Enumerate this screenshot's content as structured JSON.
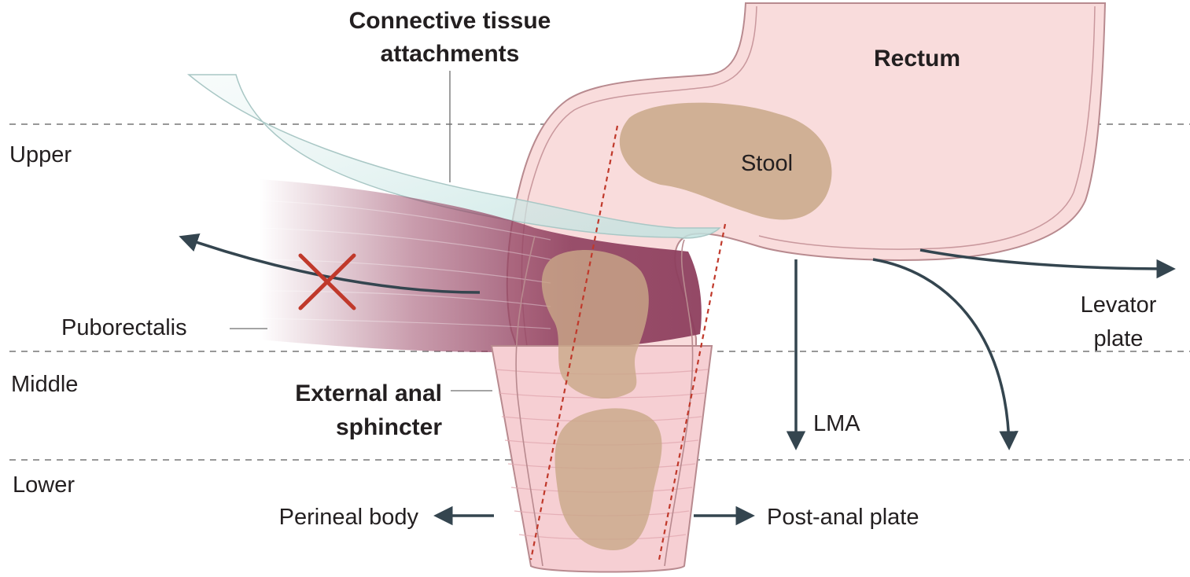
{
  "labels": {
    "connective_tissue": [
      "Connective tissue",
      "attachments"
    ],
    "rectum": "Rectum",
    "stool": "Stool",
    "upper": "Upper",
    "middle": "Middle",
    "lower": "Lower",
    "puborectalis": "Puborectalis",
    "external_anal_sphincter": [
      "External anal",
      "sphincter"
    ],
    "levator_plate": [
      "Levator",
      "plate"
    ],
    "lma": "LMA",
    "perineal_body": "Perineal body",
    "post_anal_plate": "Post-anal plate"
  },
  "colors": {
    "rectum_fill": "#f9dcdc",
    "outline": "#b88a8f",
    "stool": "#c9a888",
    "muscle": "#9c4a68",
    "connective": "#cfe8e6",
    "arrow": "#34454f",
    "cross": "#c0392b",
    "dashed_red": "#c0392b",
    "dashed_grey": "#777777",
    "text": "#231f20"
  },
  "icons": {
    "blocked": "red-x-icon"
  }
}
